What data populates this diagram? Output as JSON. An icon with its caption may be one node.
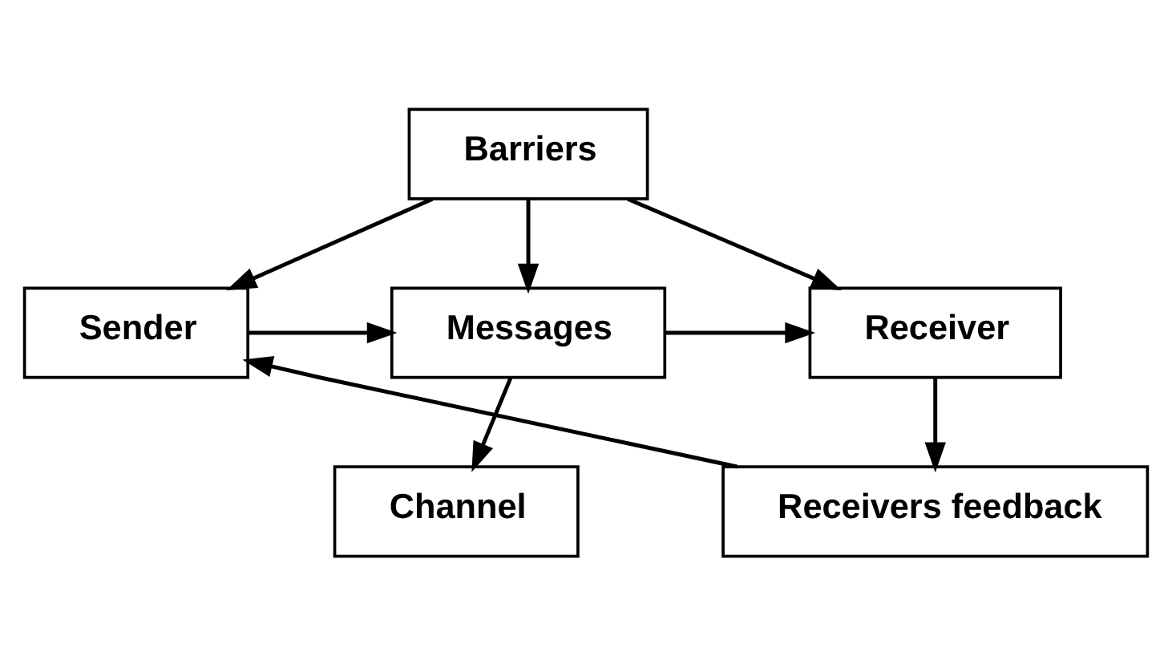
{
  "diagram": {
    "nodes": [
      {
        "text": [
          "Barriers"
        ]
      },
      {
        "text": [
          "Messages"
        ]
      },
      {
        "text": [
          "Sender"
        ]
      },
      {
        "text": [
          "Receiver"
        ]
      },
      {
        "text": [
          "Channel"
        ]
      },
      {
        "text": [
          "Receivers feedback"
        ]
      }
    ],
    "edges": [
      {
        "from": 0,
        "to": 2,
        "arrow": "to"
      },
      {
        "from": 0,
        "to": 1,
        "arrow": "to"
      },
      {
        "from": 0,
        "to": 3,
        "arrow": "to"
      },
      {
        "from": 2,
        "to": 1,
        "arrow": "to"
      },
      {
        "from": 1,
        "to": 3,
        "arrow": "to"
      },
      {
        "from": 1,
        "to": 4,
        "arrow": "to"
      },
      {
        "from": 3,
        "to": 5,
        "arrow": "to"
      },
      {
        "from": 5,
        "to": 2,
        "arrow": "to"
      }
    ]
  }
}
